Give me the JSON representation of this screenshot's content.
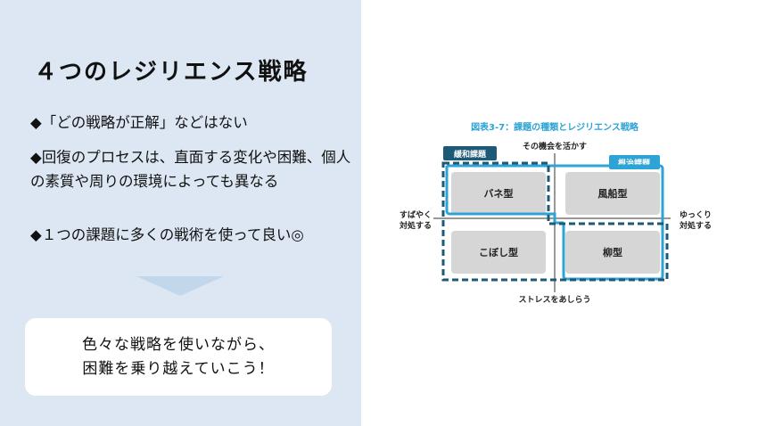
{
  "slide": {
    "title": "４つのレジリエンス戦略",
    "bullets": [
      "◆「どの戦略が正解」などはない",
      "◆回復のプロセスは、直面する変化や困難、個人の素質や周りの環境によっても異なる",
      "◆１つの課題に多くの戦術を使って良い◎"
    ],
    "callout_line1": "色々な戦略を使いながら、",
    "callout_line2": "困難を乗り越えていこう！"
  },
  "figure": {
    "title": "図表3-7：課題の種類とレジリエンス戦略",
    "axis_top": "その機会を活かす",
    "axis_bottom": "ストレスをあしらう",
    "axis_left_1": "すばやく",
    "axis_left_2": "対処する",
    "axis_right_1": "ゆっくり",
    "axis_right_2": "対処する",
    "tag_left": "緩和課題",
    "tag_right": "根治課題",
    "quadrants": [
      "バネ型",
      "風船型",
      "こぼし型",
      "柳型"
    ],
    "colors": {
      "dark": "#1d5a78",
      "light": "#2ea3d6",
      "box": "#d6d6d6"
    }
  }
}
